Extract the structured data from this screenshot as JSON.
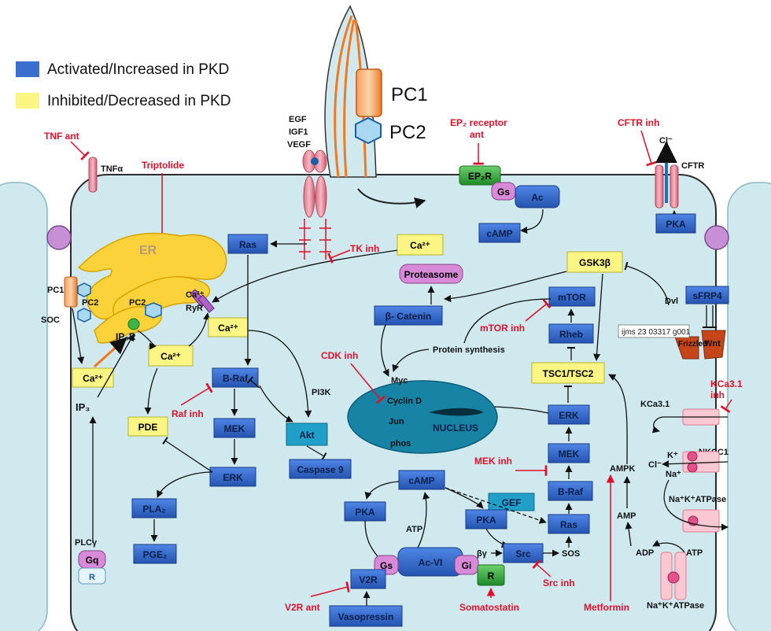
{
  "colors": {
    "activated": "#3a6fd0",
    "inhibited": "#fbf584",
    "cell": "#cfe9ee",
    "inhibitor": "#e0102a"
  },
  "legend": {
    "activated": "Activated/Increased in PKD",
    "inhibited": "Inhibited/Decreased in PKD"
  },
  "cilium": {
    "pc1": "PC1",
    "pc2": "PC2"
  },
  "growth_factors": [
    "EGF",
    "IGF1",
    "VEGF"
  ],
  "membrane": {
    "tnfa": "TNFα",
    "ep2r": "EP₂R",
    "gs_top": "Gs",
    "ac_top": "Ac",
    "camp_top": "cAMP",
    "cftr": "CFTR",
    "cl_top": "Cl⁻",
    "pka_top": "PKA"
  },
  "inhibitors": {
    "tnf_ant": "TNF ant",
    "triptolide": "Triptolide",
    "ep2_ant_line1": "EP₂ receptor",
    "ep2_ant_line2": "ant",
    "cftr_inh": "CFTR inh",
    "tk_inh": "TK inh",
    "mtor_inh": "mTOR inh",
    "cdk_inh": "CDK inh",
    "raf_inh": "Raf inh",
    "mek_inh": "MEK inh",
    "kca_inh_line1": "KCa3.1",
    "kca_inh_line2": "inh",
    "v2r_ant": "V2R ant",
    "somatostatin": "Somatostatin",
    "src_inh": "Src inh",
    "metformin": "Metformin"
  },
  "left": {
    "er": "ER",
    "pc1": "PC1",
    "pc2_a": "PC2",
    "pc2_b": "PC2",
    "soc": "SOC",
    "ip3r": "IP₃R",
    "ryr": "RyR",
    "ca_er": "Ca²⁺",
    "ca_cyto": "Ca²⁺",
    "ca_ryr": "Ca²⁺",
    "ca_soc": "Ca²⁺",
    "ca_top": "Ca²⁺",
    "ip3": "IP₃",
    "plcg": "PLCγ",
    "gq": "Gq",
    "r": "R"
  },
  "pathway": {
    "ras": "Ras",
    "braf": "B-Raf",
    "mek": "MEK",
    "erk": "ERK",
    "pi3k": "PI3K",
    "akt": "Akt",
    "caspase9": "Caspase 9",
    "pde": "PDE",
    "pla2": "PLA₂",
    "pge2": "PGE₂",
    "proteasome": "Proteasome",
    "bcatenin": "β- Catenin",
    "gsk3b": "GSK3β",
    "mtor": "mTOR",
    "rheb": "Rheb",
    "tsc": "TSC1/TSC2",
    "erk_r": "ERK",
    "mek_r": "MEK",
    "braf_r": "B-Raf",
    "ras_r": "Ras",
    "gef": "GEF",
    "protein_synthesis": "Protein synthesis",
    "dvl": "Dvl",
    "sfrp4": "sFRP4",
    "frizzled": "Frizzled",
    "wnt": "Wnt",
    "tooltip": "ijms 23 03317 g001"
  },
  "nucleus": {
    "label": "NUCLEUS",
    "myc": "Myc",
    "cyclin": "Cyclin D",
    "jun": "Jun",
    "phos": "phos"
  },
  "bottom": {
    "camp": "cAMP",
    "pka_l": "PKA",
    "pka_r": "PKA",
    "atp": "ATP",
    "acvi": "Ac-VI",
    "gs": "Gs",
    "gi": "Gi",
    "by": "βγ",
    "src": "Src",
    "sos": "SOS",
    "r": "R",
    "v2r": "V2R",
    "vasopressin": "Vasopressin"
  },
  "right": {
    "ampk": "AMPK",
    "amp": "AMP",
    "adp": "ADP",
    "atp": "ATP",
    "kca31": "KCa3.1",
    "nkcc1": "NKCC1",
    "cl": "Cl⁻",
    "k": "K⁺",
    "na": "Na⁺",
    "nak_atpase_top": "Na⁺K⁺ATPase",
    "nak_atpase_bottom": "Na⁺K⁺ATPase"
  }
}
